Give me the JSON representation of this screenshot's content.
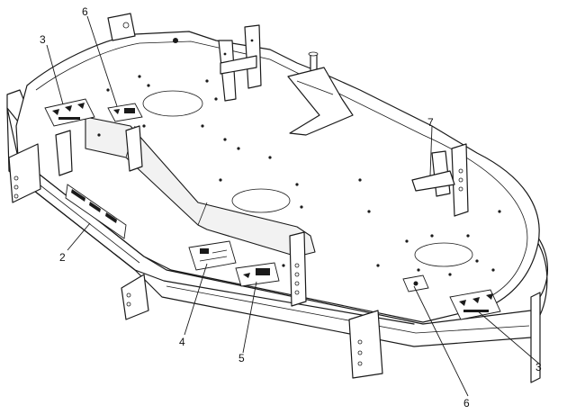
{
  "callouts": {
    "c1": "2",
    "c2": "3",
    "c3": "3",
    "c4": "4",
    "c5": "5",
    "c6": "6",
    "c7": "6",
    "c8": "7"
  }
}
